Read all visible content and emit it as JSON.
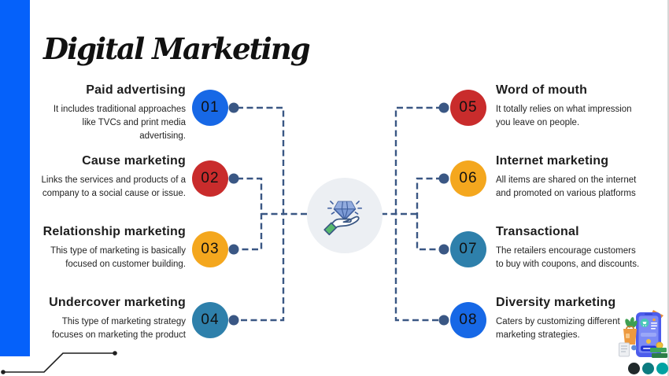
{
  "slide": {
    "title": "Digital Marketing",
    "accent_bar_color": "#0561FA",
    "connector_color": "#3A5784",
    "center_icon": "hand-holding-diamond-icon",
    "decoration": "circuit-line-decoration",
    "illustration": "mobile-shopping-illustration"
  },
  "rows_left": [
    {
      "num": "01",
      "color": "#1768E6",
      "title": "Paid advertising",
      "body": "It includes traditional approaches like TVCs and print media advertising."
    },
    {
      "num": "02",
      "color": "#C92C2C",
      "title": "Cause marketing",
      "body": "Links the services and products of a company to a social cause or issue."
    },
    {
      "num": "03",
      "color": "#F4A71E",
      "title": "Relationship marketing",
      "body": "This type of marketing is basically focused on customer building."
    },
    {
      "num": "04",
      "color": "#2E80AB",
      "title": "Undercover marketing",
      "body": "This type of marketing strategy focuses on marketing the product"
    }
  ],
  "rows_right": [
    {
      "num": "05",
      "color": "#C92C2C",
      "title": "Word of mouth",
      "body": "It totally relies on what impression you leave on people."
    },
    {
      "num": "06",
      "color": "#F4A71E",
      "title": "Internet marketing",
      "body": "All items are shared on the internet and promoted on various platforms"
    },
    {
      "num": "07",
      "color": "#2E80AB",
      "title": "Transactional",
      "body": "The retailers encourage customers to buy with coupons, and discounts."
    },
    {
      "num": "08",
      "color": "#1768E6",
      "title": "Diversity marketing",
      "body": "Caters by customizing different marketing strategies."
    }
  ],
  "footer": {
    "dot_colors": [
      "#20292B",
      "#0C7B80",
      "#00A2A2"
    ]
  }
}
